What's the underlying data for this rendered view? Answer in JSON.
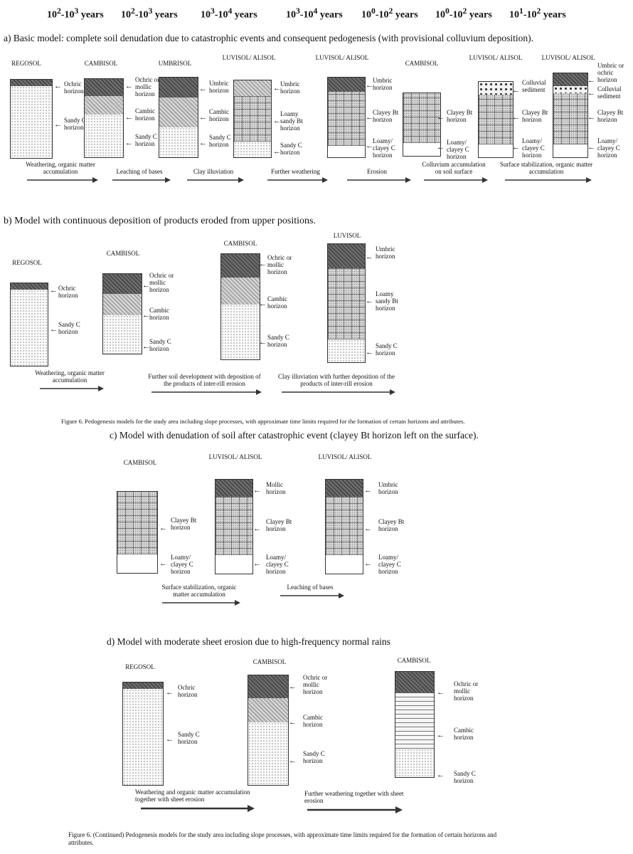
{
  "time_labels": [
    {
      "base": "10",
      "e1": "2",
      "mid": "-10",
      "e2": "3",
      "tail": " years"
    },
    {
      "base": "10",
      "e1": "2",
      "mid": "-10",
      "e2": "3",
      "tail": " years"
    },
    {
      "base": "10",
      "e1": "3",
      "mid": "-10",
      "e2": "4",
      "tail": " years"
    },
    {
      "base": "10",
      "e1": "3",
      "mid": "-10",
      "e2": "4",
      "tail": " years"
    },
    {
      "base": "10",
      "e1": "0",
      "mid": "-10",
      "e2": "2",
      "tail": " years"
    },
    {
      "base": "10",
      "e1": "0",
      "mid": "-10",
      "e2": "2",
      "tail": " years"
    },
    {
      "base": "10",
      "e1": "1",
      "mid": "-10",
      "e2": "2",
      "tail": " years"
    }
  ],
  "section_a": {
    "heading": "a) Basic model: complete soil denudation due to catastrophic events and consequent pedogenesis (with provisional colluvium deposition).",
    "columns": [
      {
        "title": "REGOSOL",
        "labels": [
          "Ochric horizon",
          "Sandy C horizon"
        ]
      },
      {
        "title": "CAMBISOL",
        "labels": [
          "Ochric or mollic horizon",
          "Cambic horizon",
          "Sandy C horizon"
        ]
      },
      {
        "title": "UMBRISOL",
        "labels": [
          "Umbric horizon",
          "Cambic horizon",
          "Sandy C horizon"
        ]
      },
      {
        "title": "LUVISOL/ ALISOL",
        "labels": [
          "Umbric horizon",
          "Loamy sandy Bt horizon",
          "Sandy C horizon"
        ]
      },
      {
        "title": "LUVISOL/ ALISOL",
        "labels": [
          "Umbric horizon",
          "Clayey Bt horizon",
          "Loamy/ clayey C horizon"
        ]
      },
      {
        "title": "CAMBISOL",
        "labels": [
          "Clayey Bt horizon",
          "Loamy/ clayey C horizon"
        ]
      },
      {
        "title": "LUVISOL/ ALISOL",
        "labels": [
          "Colluvial sediment",
          "Clayey Bt horizon",
          "Loamy/ clayey C horizon"
        ]
      },
      {
        "title": "LUVISOL/ ALISOL",
        "labels": [
          "Umbric or ochric horizon",
          "Colluvial sediment",
          "Clayey Bt horizon",
          "Loamy/ clayey C horizon"
        ]
      }
    ],
    "processes": [
      "Weathering, organic matter accumulation",
      "Leaching of bases",
      "Clay illuviation",
      "Further weathering",
      "Erosion",
      "Colluvium accumulation on soil surface",
      "Surface stabilization, organic matter accumulation"
    ]
  },
  "section_b": {
    "heading": "b) Model with continuous deposition of products eroded from upper positions.",
    "columns": [
      {
        "title": "REGOSOL",
        "labels": [
          "Ochric horizon",
          "Sandy C horizon"
        ]
      },
      {
        "title": "CAMBISOL",
        "labels": [
          "Ochric or mollic horizon",
          "Cambic horizon",
          "Sandy C horizon"
        ]
      },
      {
        "title": "CAMBISOL",
        "labels": [
          "Ochric or mollic horizon",
          "Cambic horizon",
          "Sandy C horizon"
        ]
      },
      {
        "title": "LUVISOL",
        "labels": [
          "Umbric horizon",
          "Loamy sandy Bt horizon",
          "Sandy C horizon"
        ]
      }
    ],
    "processes": [
      "Weathering, organic matter accumulation",
      "Further soil development with deposition of the products of inter-rill erosion",
      "Clay illuviation with further deposition of the products of inter-rill erosion"
    ]
  },
  "caption1": "Figure 6. Pedogenesis models for the study area including slope processes, with approximate time limits required for the formation of certain horizons and attributes.",
  "section_c": {
    "heading": "c) Model with denudation of soil after catastrophic event (clayey Bt horizon left on the surface).",
    "columns": [
      {
        "title": "CAMBISOL",
        "labels": [
          "Clayey Bt horizon",
          "Loamy/ clayey C horizon"
        ]
      },
      {
        "title": "LUVISOL/ ALISOL",
        "labels": [
          "Mollic horizon",
          "Clayey Bt horizon",
          "Loamy/ clayey C horizon"
        ]
      },
      {
        "title": "LUVISOL/ ALISOL",
        "labels": [
          "Umbric horizon",
          "Clayey Bt horizon",
          "Loamy/ clayey C horizon"
        ]
      }
    ],
    "processes": [
      "Surface stabilization, organic matter accumulation",
      "Leaching of bases"
    ]
  },
  "section_d": {
    "heading": "d) Model with moderate sheet erosion due to high-frequency normal rains",
    "columns": [
      {
        "title": "REGOSOL",
        "labels": [
          "Ochric horizon",
          "Sandy C horizon"
        ]
      },
      {
        "title": "CAMBISOL",
        "labels": [
          "Ochric or mollic horizon",
          "Cambic horizon",
          "Sandy C horizon"
        ]
      },
      {
        "title": "CAMBISOL",
        "labels": [
          "Ochric or mollic horizon",
          "Cambic horizon",
          "Sandy C horizon"
        ]
      }
    ],
    "processes": [
      "Weathering and organic matter accumulation together with sheet erosion",
      "Further weathering together with sheet erosion"
    ]
  },
  "caption2": "Figure 6. (Continued) Pedogenesis models for the study area including slope processes, with approximate time limits required for the formation of certain horizons and attributes."
}
